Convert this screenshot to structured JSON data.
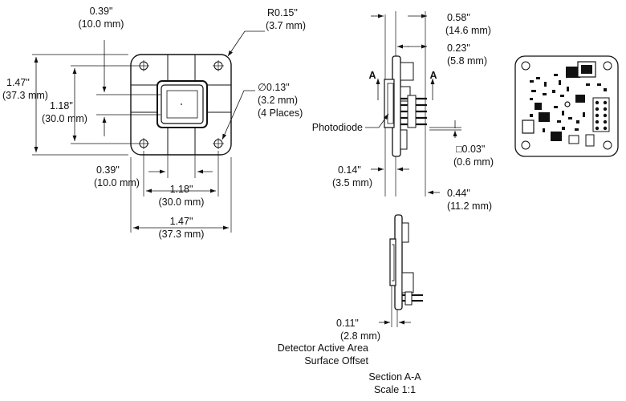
{
  "front_view": {
    "hole_spacing_v": [
      "0.39\"",
      "(10.0 mm)"
    ],
    "corner_radius": [
      "R0.15\"",
      "(3.7 mm)"
    ],
    "height_overall": [
      "1.47\"",
      "(37.3 mm)"
    ],
    "height_holes": [
      "1.18\"",
      "(30.0 mm)"
    ],
    "hole_diameter": [
      "∅0.13\"",
      "(3.2 mm)",
      "(4 Places)"
    ],
    "hole_offset_h": [
      "0.39\"",
      "(10.0 mm)"
    ],
    "width_holes": [
      "1.18\"",
      "(30.0 mm)"
    ],
    "width_overall": [
      "1.47\"",
      "(37.3 mm)"
    ]
  },
  "side_view": {
    "depth_total": [
      "0.58\"",
      "(14.6 mm)"
    ],
    "depth_board": [
      "0.23\"",
      "(5.8 mm)"
    ],
    "section_marker": "A",
    "photodiode_label": "Photodiode",
    "pin_size": [
      "□0.03\"",
      "(0.6 mm)"
    ],
    "front_offset": [
      "0.14\"",
      "(3.5 mm)"
    ],
    "pin_length": [
      "0.44\"",
      "(11.2 mm)"
    ]
  },
  "section_view": {
    "offset": [
      "0.11\"",
      "(2.8 mm)"
    ],
    "offset_caption": [
      "Detector Active Area",
      "Surface Offset"
    ],
    "title": [
      "Section A-A",
      "Scale 1:1"
    ]
  }
}
